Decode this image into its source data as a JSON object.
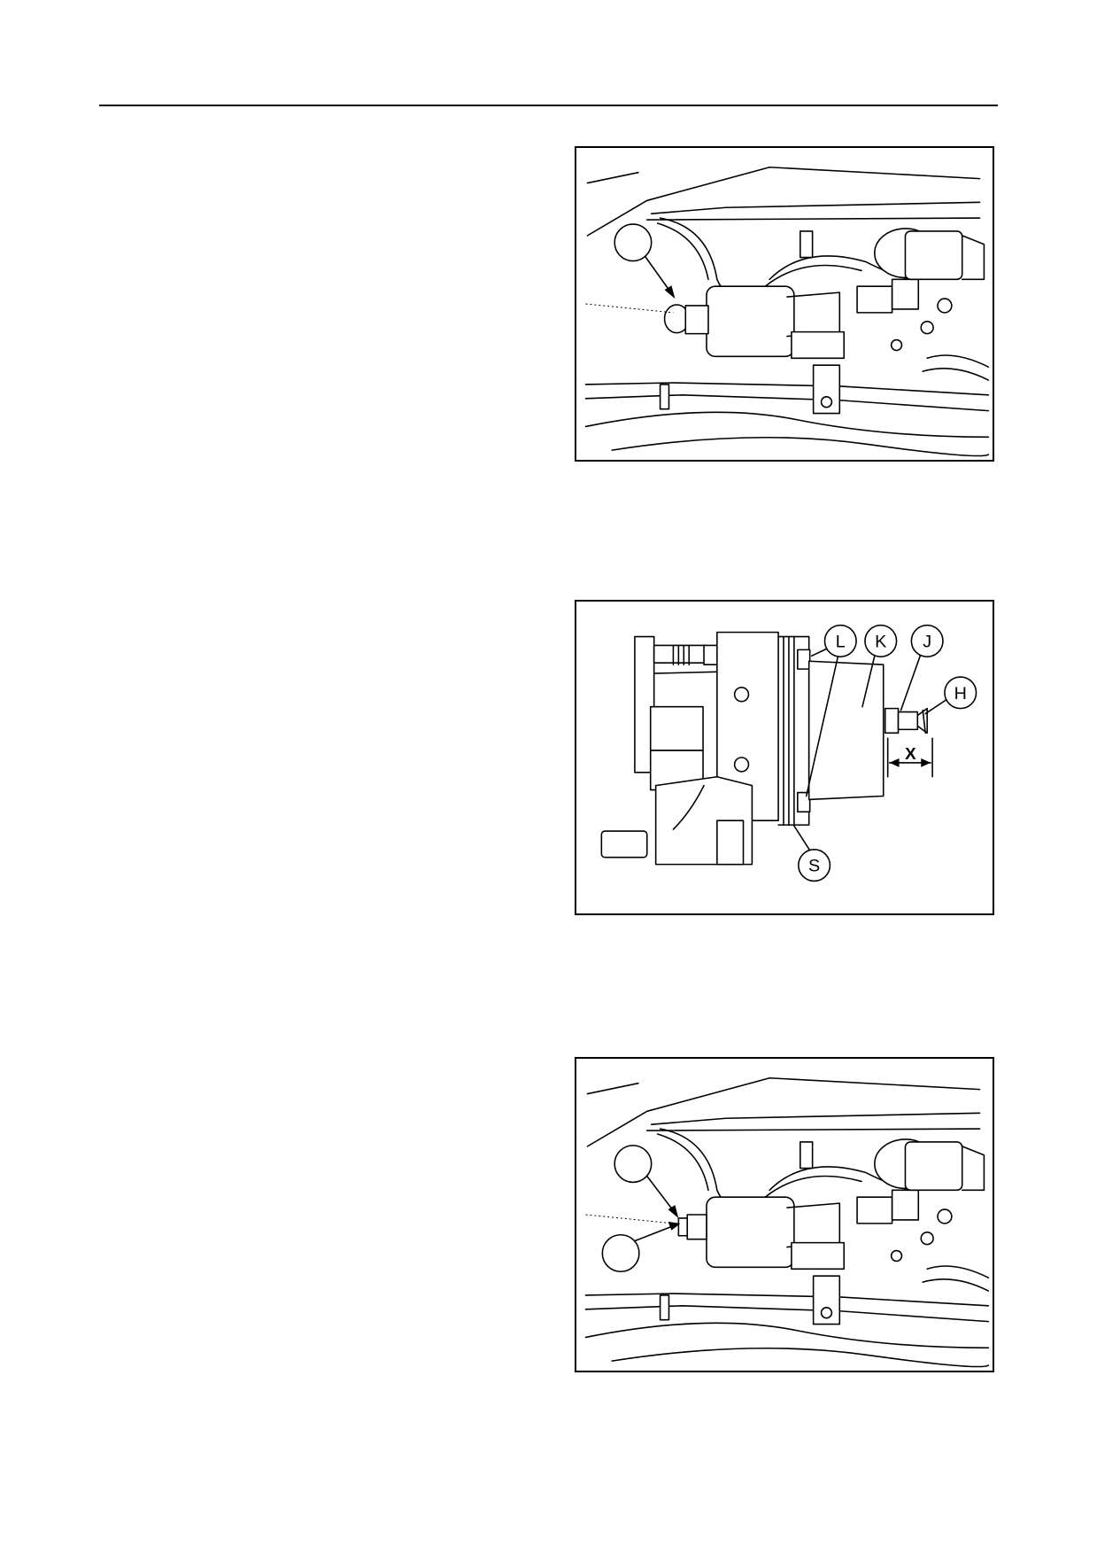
{
  "figures": [
    {
      "id": "fig1",
      "callouts": [
        ""
      ]
    },
    {
      "id": "fig2",
      "callouts": [
        "L",
        "K",
        "J",
        "H",
        "S"
      ],
      "dimension_label": "X"
    },
    {
      "id": "fig3",
      "callouts": [
        "",
        ""
      ]
    }
  ]
}
